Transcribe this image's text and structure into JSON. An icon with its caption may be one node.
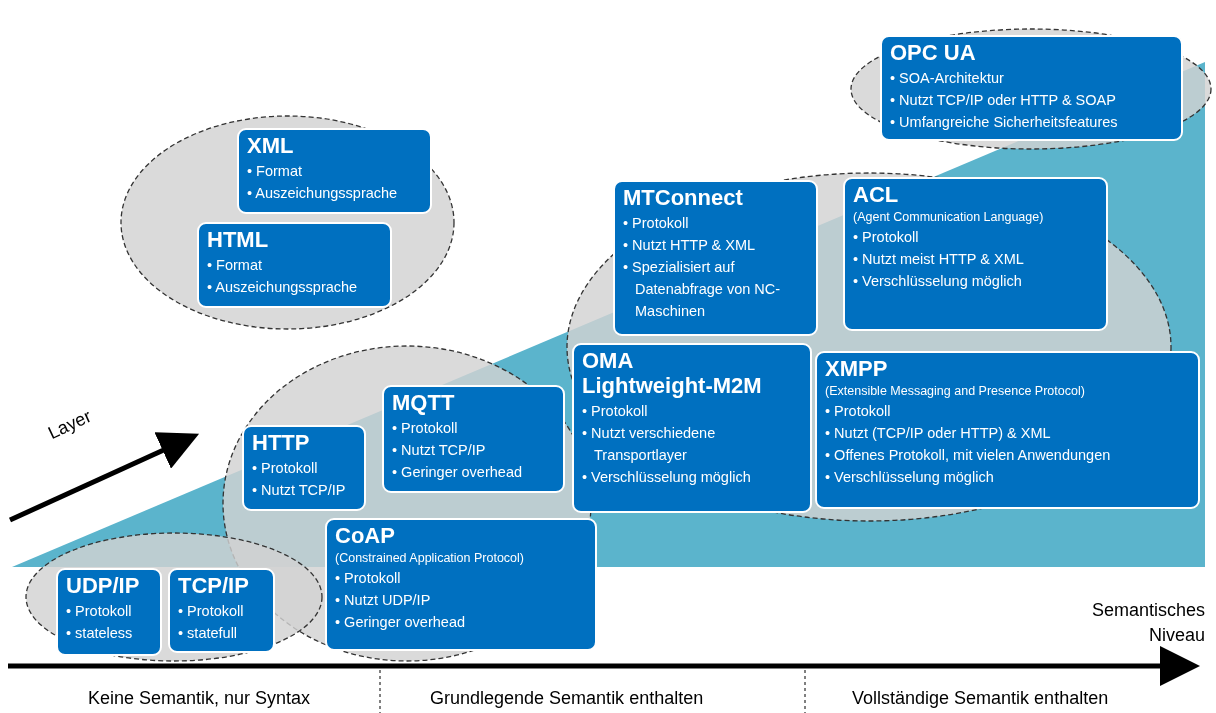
{
  "diagram": {
    "nodes": [
      {
        "text": [],
        "shape": "ellipse"
      },
      {
        "text": [
          "XML",
          "• Format",
          "• Auszeichungssprache"
        ],
        "in": 0
      },
      {
        "text": [
          "HTML",
          "• Format",
          "• Auszeichungssprache"
        ],
        "in": 0
      },
      {
        "text": [],
        "shape": "ellipse"
      },
      {
        "text": [
          "OPC UA",
          "• SOA-Architektur",
          "• Nutzt TCP/IP oder HTTP & SOAP",
          "• Umfangreiche Sicherheitsfeatures"
        ],
        "in": 3
      },
      {
        "text": [],
        "shape": "ellipse"
      },
      {
        "text": [
          "MTConnect",
          "• Protokoll",
          "• Nutzt HTTP & XML",
          "• Spezialisiert auf Datenabfrage von NC-Maschinen"
        ],
        "in": 5
      },
      {
        "text": [
          "ACL",
          "(Agent Communication Language)",
          "• Protokoll",
          "• Nutzt meist HTTP & XML",
          "• Verschlüsselung möglich"
        ],
        "in": 5
      },
      {
        "text": [
          "OMA Lightweight-M2M",
          "• Protokoll",
          "• Nutzt verschiedene Transportlayer",
          "• Verschlüsselung möglich"
        ],
        "in": 5
      },
      {
        "text": [
          "XMPP",
          "(Extensible Messaging and Presence Protocol)",
          "• Protokoll",
          "• Nutzt (TCP/IP oder HTTP) & XML",
          "• Offenes Protokoll, mit vielen Anwendungen",
          "• Verschlüsselung möglich"
        ]
      },
      {
        "text": [],
        "shape": "ellipse"
      },
      {
        "text": [
          "MQTT",
          "• Protokoll",
          "• Nutzt TCP/IP",
          "• Geringer overhead"
        ],
        "in": 10
      },
      {
        "text": [
          "HTTP",
          "• Protokoll",
          "• Nutzt TCP/IP"
        ],
        "in": 10
      },
      {
        "text": [
          "CoAP",
          "(Constrained Application Protocol)",
          "• Protokoll",
          "• Nutzt UDP/IP",
          "• Geringer overhead"
        ],
        "in": 10
      },
      {
        "text": [],
        "shape": "ellipse"
      },
      {
        "text": [
          "UDP/IP",
          "• Protokoll",
          "• stateless"
        ],
        "in": 14
      },
      {
        "text": [
          "TCP/IP",
          "• Protokoll",
          "• statefull"
        ],
        "in": 14
      }
    ],
    "labels": [
      "Layer",
      "Semantisches Niveau",
      "Keine Semantik, nur Syntax",
      "Grundlegende Semantik enthalten",
      "Vollständige Semantik enthalten"
    ]
  }
}
